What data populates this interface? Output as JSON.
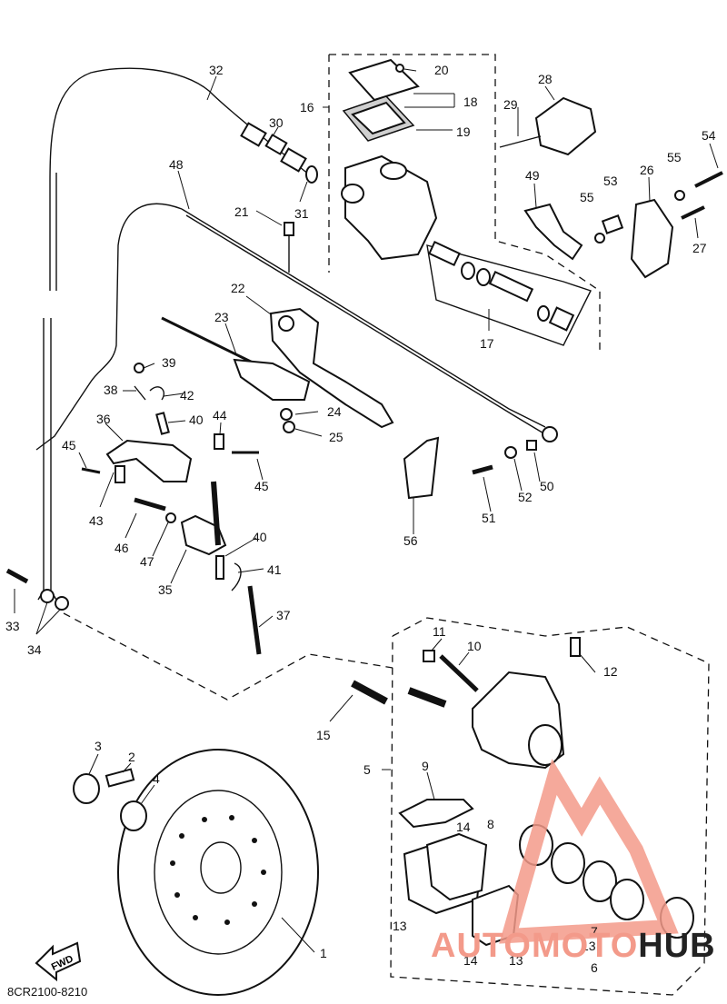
{
  "diagram": {
    "code": "8CR2100-8210",
    "fwd_label": "FWD",
    "watermark": {
      "part1": "AUTOMOTO",
      "part2": "HUB"
    },
    "callouts": [
      "1",
      "2",
      "3",
      "4",
      "5",
      "6",
      "7",
      "8",
      "9",
      "10",
      "11",
      "12",
      "13",
      "13",
      "13",
      "14",
      "14",
      "15",
      "16",
      "17",
      "18",
      "19",
      "20",
      "21",
      "22",
      "23",
      "24",
      "25",
      "26",
      "27",
      "28",
      "29",
      "30",
      "31",
      "32",
      "33",
      "34",
      "35",
      "36",
      "37",
      "38",
      "39",
      "40",
      "40",
      "41",
      "42",
      "43",
      "44",
      "45",
      "45",
      "46",
      "47",
      "48",
      "49",
      "50",
      "51",
      "52",
      "53",
      "54",
      "55",
      "55",
      "56"
    ]
  }
}
